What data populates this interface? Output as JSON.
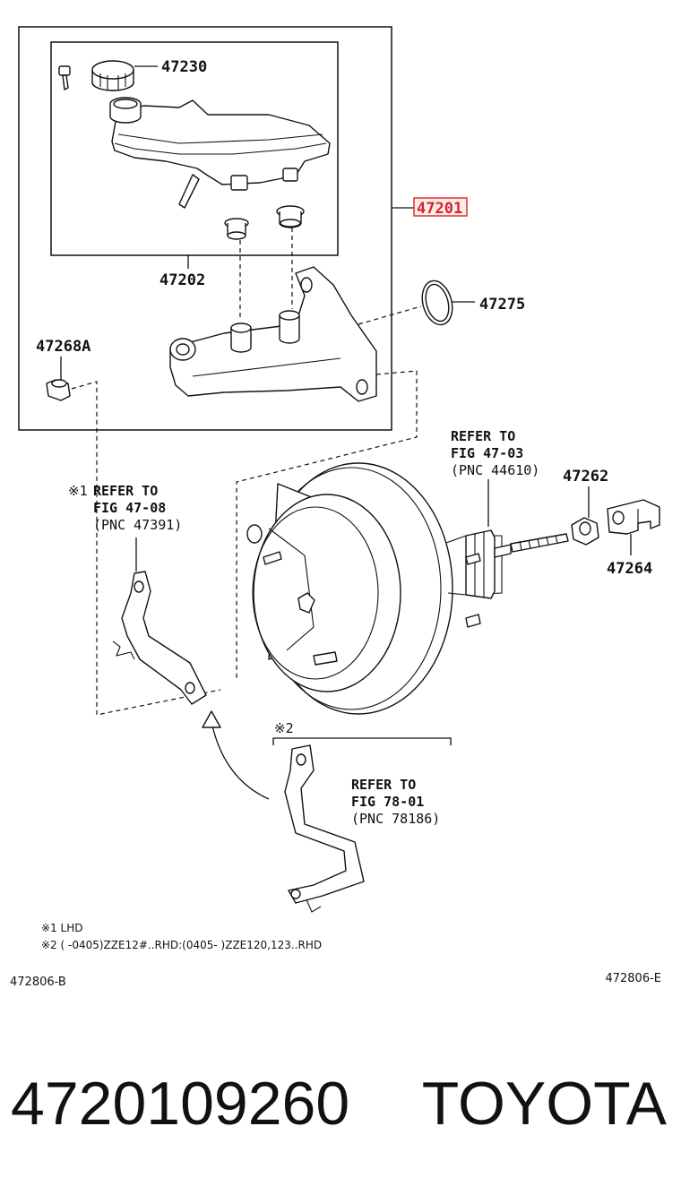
{
  "callouts": {
    "reservoir_cap": "47230",
    "assembly": "47201",
    "reservoir": "47202",
    "o_ring": "47275",
    "nut": "47268A",
    "push_rod_nut": "47262",
    "clevis": "47264"
  },
  "refs": {
    "booster": {
      "line1": "REFER TO",
      "line2": "FIG 47-03",
      "line3": "(PNC 44610)"
    },
    "bracket_lhd": {
      "mark": "※1",
      "line1": "REFER TO",
      "line2": "FIG 47-08",
      "line3": "(PNC 47391)"
    },
    "bracket_other": {
      "mark": "※2",
      "line1": "REFER TO",
      "line2": "FIG 78-01",
      "line3": "(PNC 78186)"
    }
  },
  "notes": {
    "note1": "※1 LHD",
    "note2": "※2 (    -0405)ZZE12#..RHD:(0405-    )ZZE120,123..RHD"
  },
  "codes": {
    "left": "472806-B",
    "right": "472806-E"
  },
  "footer": {
    "part_number": "4720109260",
    "brand": "TOYOTA"
  },
  "colors": {
    "highlight": "#e03030",
    "ink": "#111111"
  }
}
